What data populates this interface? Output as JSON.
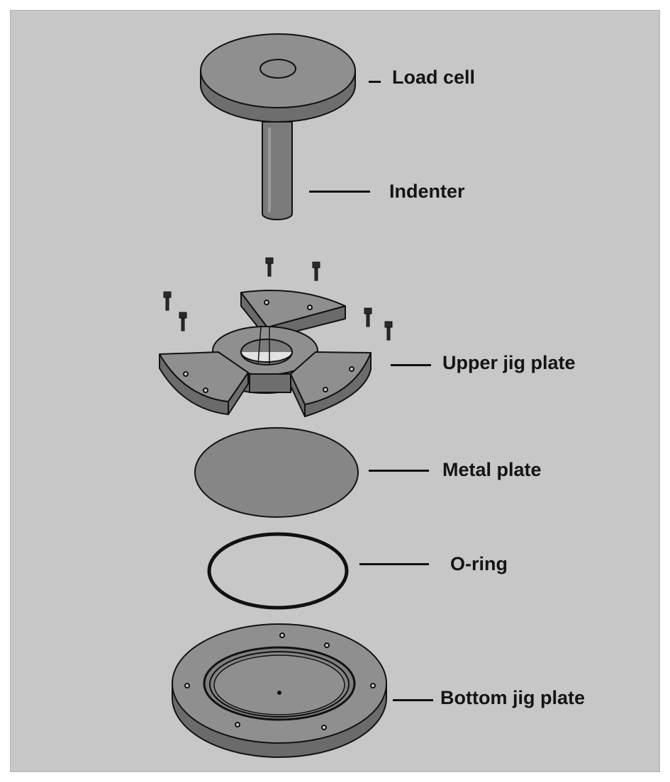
{
  "figure": {
    "background_color": "#c7c7c7",
    "part_fill": "#8f8f8f",
    "part_dark": "#6b6b6b",
    "line_color": "#111111"
  },
  "labels": {
    "load_cell": "Load cell",
    "indenter": "Indenter",
    "upper_jig_plate": "Upper jig plate",
    "metal_plate": "Metal plate",
    "o_ring": "O-ring",
    "bottom_jig_plate": "Bottom jig plate"
  }
}
